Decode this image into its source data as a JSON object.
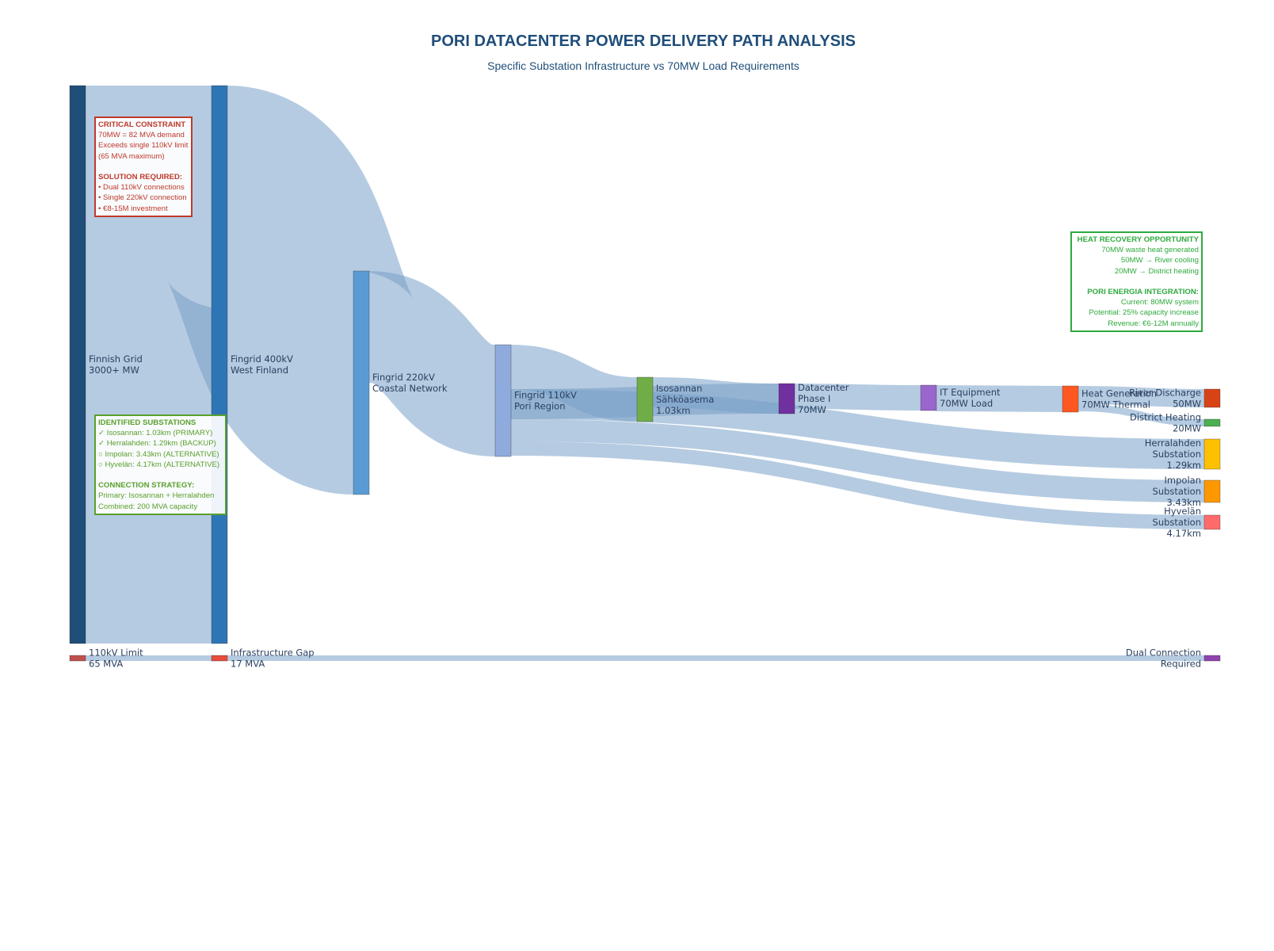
{
  "title": "PORI DATACENTER POWER DELIVERY PATH ANALYSIS",
  "subtitle": "Specific Substation Infrastructure vs 70MW Load Requirements",
  "chart_data": {
    "type": "sankey",
    "nodes": [
      {
        "id": "grid",
        "label": [
          "Finnish Grid",
          "3000+ MW"
        ],
        "color": "#1f4e79"
      },
      {
        "id": "f400",
        "label": [
          "Fingrid 400kV",
          "West Finland"
        ],
        "color": "#2e75b6"
      },
      {
        "id": "f220",
        "label": [
          "Fingrid 220kV",
          "Coastal Network"
        ],
        "color": "#5b9bd5"
      },
      {
        "id": "f110",
        "label": [
          "Fingrid 110kV",
          "Pori Region"
        ],
        "color": "#8faadc"
      },
      {
        "id": "iso",
        "label": [
          "Isosannan",
          "Sähköasema",
          "1.03km"
        ],
        "color": "#70ad47"
      },
      {
        "id": "dc",
        "label": [
          "Datacenter",
          "Phase I",
          "70MW"
        ],
        "color": "#7030a0"
      },
      {
        "id": "it",
        "label": [
          "IT Equipment",
          "70MW Load"
        ],
        "color": "#9966cc"
      },
      {
        "id": "heat",
        "label": [
          "Heat Generation",
          "70MW Thermal"
        ],
        "color": "#ff5722"
      },
      {
        "id": "river",
        "label": [
          "River Discharge",
          "50MW"
        ],
        "color": "#d84315"
      },
      {
        "id": "district",
        "label": [
          "District Heating",
          "20MW"
        ],
        "color": "#4caf50"
      },
      {
        "id": "herr",
        "label": [
          "Herralahden",
          "Substation",
          "1.29km"
        ],
        "color": "#ffc000"
      },
      {
        "id": "imp",
        "label": [
          "Impolan",
          "Substation",
          "3.43km"
        ],
        "color": "#ff9800"
      },
      {
        "id": "hyv",
        "label": [
          "Hyvelän",
          "Substation",
          "4.17km"
        ],
        "color": "#ff6b6b"
      },
      {
        "id": "lim",
        "label": [
          "110kV Limit",
          "65 MVA"
        ],
        "color": "#c0504d"
      },
      {
        "id": "gap",
        "label": [
          "Infrastructure Gap",
          "17 MVA"
        ],
        "color": "#e74c3c"
      },
      {
        "id": "dual",
        "label": [
          "Dual Connection",
          "Required"
        ],
        "color": "#8e44ad"
      }
    ],
    "links": [
      {
        "source": "grid",
        "target": "f400",
        "value": 1000
      },
      {
        "source": "f400",
        "target": "f220",
        "value": 400
      },
      {
        "source": "f220",
        "target": "f110",
        "value": 200
      },
      {
        "source": "f110",
        "target": "iso",
        "value": 80
      },
      {
        "source": "iso",
        "target": "dc",
        "value": 70
      },
      {
        "source": "f110",
        "target": "dc",
        "value": 70
      },
      {
        "source": "f110",
        "target": "herr",
        "value": 60
      },
      {
        "source": "f110",
        "target": "imp",
        "value": 40
      },
      {
        "source": "f110",
        "target": "hyv",
        "value": 30
      },
      {
        "source": "dc",
        "target": "it",
        "value": 70
      },
      {
        "source": "it",
        "target": "heat",
        "value": 70
      },
      {
        "source": "heat",
        "target": "river",
        "value": 50
      },
      {
        "source": "heat",
        "target": "district",
        "value": 20
      },
      {
        "source": "lim",
        "target": "gap",
        "value": 17
      },
      {
        "source": "gap",
        "target": "dual",
        "value": 17
      }
    ]
  },
  "annotations": {
    "constraint": [
      {
        "text": "CRITICAL CONSTRAINT",
        "head": true
      },
      {
        "text": "70MW = 82 MVA demand"
      },
      {
        "text": "Exceeds single 110kV limit"
      },
      {
        "text": "(65 MVA maximum)"
      },
      {
        "text": ""
      },
      {
        "text": "SOLUTION REQUIRED:",
        "head": true
      },
      {
        "text": "• Dual 110kV connections"
      },
      {
        "text": "• Single 220kV connection"
      },
      {
        "text": "• €8-15M investment"
      }
    ],
    "substations": [
      {
        "text": "IDENTIFIED SUBSTATIONS",
        "head": true
      },
      {
        "text": "✓ Isosannan: 1.03km (PRIMARY)"
      },
      {
        "text": "✓ Herralahden: 1.29km (BACKUP)"
      },
      {
        "text": "○ Impolan: 3.43km (ALTERNATIVE)"
      },
      {
        "text": "○ Hyvelän: 4.17km (ALTERNATIVE)"
      },
      {
        "text": ""
      },
      {
        "text": "CONNECTION STRATEGY:",
        "head": true
      },
      {
        "text": "Primary: Isosannan + Herralahden"
      },
      {
        "text": "Combined: 200 MVA capacity"
      }
    ],
    "heat": [
      {
        "text": "HEAT RECOVERY OPPORTUNITY",
        "head": true
      },
      {
        "text": "70MW waste heat generated"
      },
      {
        "text": "50MW → River cooling"
      },
      {
        "text": "20MW → District heating"
      },
      {
        "text": ""
      },
      {
        "text": "PORI ENERGIA INTEGRATION:",
        "head": true
      },
      {
        "text": "Current: 80MW system"
      },
      {
        "text": "Potential: 25% capacity increase"
      },
      {
        "text": "Revenue: €6-12M annually"
      }
    ]
  }
}
